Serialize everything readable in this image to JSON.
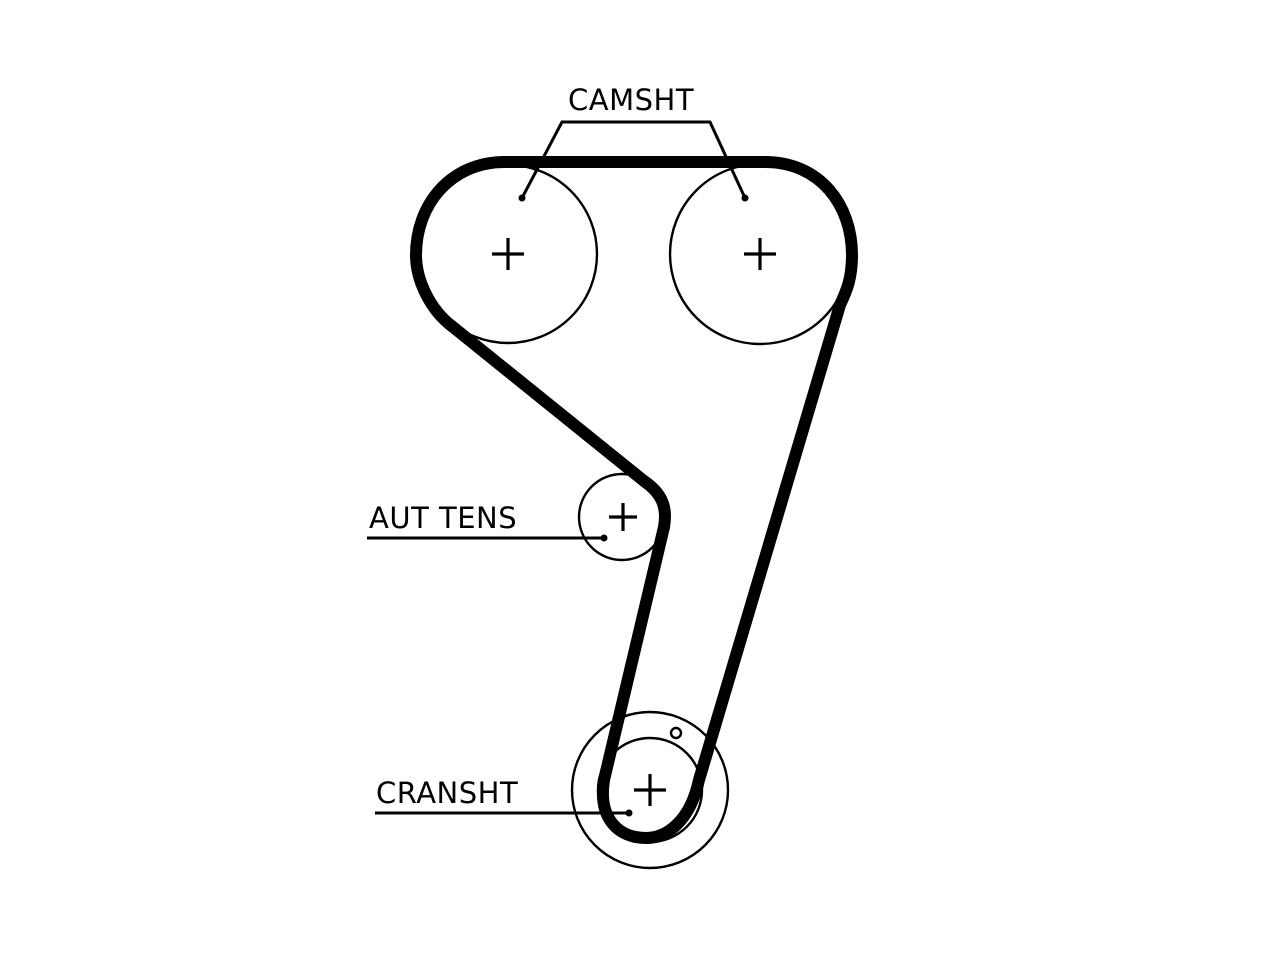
{
  "colors": {
    "ink": "#000000",
    "background": "#ffffff"
  },
  "labels": {
    "camshaft": "CAMSHT",
    "tensioner": "AUT TENS",
    "crankshaft": "CRANSHT"
  },
  "pulleys": [
    {
      "name": "camshaft-pulley-left",
      "icon": "crosshair-icon"
    },
    {
      "name": "camshaft-pulley-right",
      "icon": "crosshair-icon"
    },
    {
      "name": "automatic-tensioner-pulley",
      "icon": "crosshair-icon"
    },
    {
      "name": "crankshaft-pulley",
      "icon": "crosshair-icon"
    }
  ]
}
